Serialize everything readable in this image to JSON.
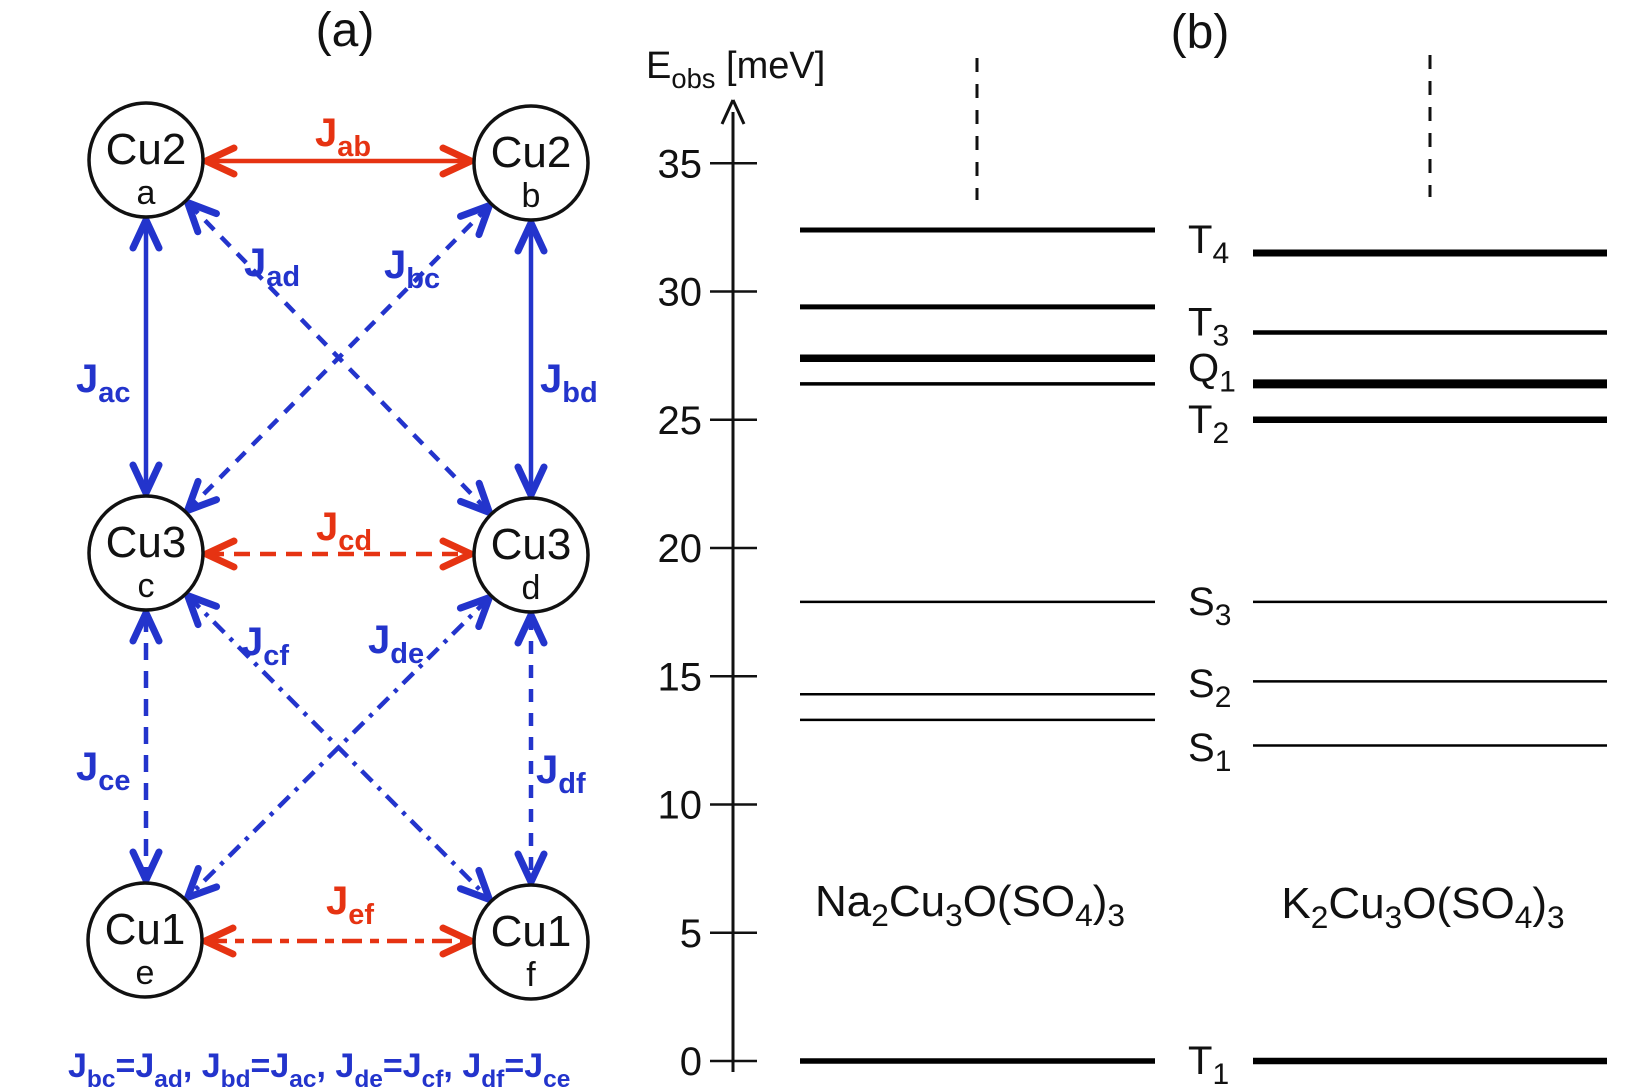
{
  "figure": {
    "panel_a_label": "(a)",
    "panel_b_label": "(b)"
  },
  "colors": {
    "red": "#e63312",
    "blue": "#2334cc",
    "ink": "#111111",
    "level_black": "#000000",
    "background": "#ffffff"
  },
  "panel_a": {
    "nodes": {
      "a": {
        "label": "Cu2",
        "sub": "a"
      },
      "b": {
        "label": "Cu2",
        "sub": "b"
      },
      "c": {
        "label": "Cu3",
        "sub": "c"
      },
      "d": {
        "label": "Cu3",
        "sub": "d"
      },
      "e": {
        "label": "Cu1",
        "sub": "e"
      },
      "f": {
        "label": "Cu1",
        "sub": "f"
      }
    },
    "edges": {
      "ab": {
        "sym": "J",
        "sub": "ab",
        "color": "red",
        "style": "solid"
      },
      "cd": {
        "sym": "J",
        "sub": "cd",
        "color": "red",
        "style": "dashed"
      },
      "ef": {
        "sym": "J",
        "sub": "ef",
        "color": "red",
        "style": "dash-dot"
      },
      "ac": {
        "sym": "J",
        "sub": "ac",
        "color": "blue",
        "style": "solid"
      },
      "bd": {
        "sym": "J",
        "sub": "bd",
        "color": "blue",
        "style": "solid"
      },
      "ad": {
        "sym": "J",
        "sub": "ad",
        "color": "blue",
        "style": "dashed"
      },
      "bc": {
        "sym": "J",
        "sub": "bc",
        "color": "blue",
        "style": "dashed"
      },
      "ce": {
        "sym": "J",
        "sub": "ce",
        "color": "blue",
        "style": "dashed"
      },
      "df": {
        "sym": "J",
        "sub": "df",
        "color": "blue",
        "style": "dashed"
      },
      "cf": {
        "sym": "J",
        "sub": "cf",
        "color": "blue",
        "style": "dash-dot"
      },
      "de": {
        "sym": "J",
        "sub": "de",
        "color": "blue",
        "style": "dash-dot"
      }
    },
    "equation": [
      {
        "t": "J"
      },
      {
        "t": "bc",
        "sub": true
      },
      {
        "t": "=J"
      },
      {
        "t": "ad",
        "sub": true
      },
      {
        "t": ", J"
      },
      {
        "t": "bd",
        "sub": true
      },
      {
        "t": "=J"
      },
      {
        "t": "ac",
        "sub": true
      },
      {
        "t": ", J"
      },
      {
        "t": "de",
        "sub": true
      },
      {
        "t": "=J"
      },
      {
        "t": "cf",
        "sub": true
      },
      {
        "t": ", J"
      },
      {
        "t": "df",
        "sub": true
      },
      {
        "t": "=J"
      },
      {
        "t": "ce",
        "sub": true
      }
    ]
  },
  "chart_data": {
    "type": "energy-level-diagram",
    "ylabel": "E_obs [meV]",
    "ylabel_rich": [
      {
        "t": "E"
      },
      {
        "t": "obs",
        "sub": true
      },
      {
        "t": " [meV]"
      }
    ],
    "axis": {
      "ticks": [
        0,
        5,
        10,
        15,
        20,
        25,
        30,
        35
      ],
      "range": [
        0,
        37.5
      ],
      "unit": "meV"
    },
    "series": [
      {
        "name": "Na2Cu3O(SO4)3",
        "name_rich": [
          {
            "t": "Na"
          },
          {
            "t": "2",
            "sub": true
          },
          {
            "t": "Cu"
          },
          {
            "t": "3",
            "sub": true
          },
          {
            "t": "O(SO"
          },
          {
            "t": "4",
            "sub": true
          },
          {
            "t": ")"
          },
          {
            "t": "3",
            "sub": true
          }
        ],
        "levels": [
          {
            "label": "T1",
            "E": 0.0,
            "weight": 5.5
          },
          {
            "label": "S1",
            "E": 13.3,
            "weight": 2.5
          },
          {
            "label": "S2",
            "E": 14.3,
            "weight": 2.5
          },
          {
            "label": "S3",
            "E": 17.9,
            "weight": 2.5
          },
          {
            "label": "T2",
            "E": 26.4,
            "weight": 3.5
          },
          {
            "label": "Q1",
            "E": 27.4,
            "weight": 7.5
          },
          {
            "label": "T3",
            "E": 29.4,
            "weight": 5
          },
          {
            "label": "T4",
            "E": 32.4,
            "weight": 5
          }
        ],
        "continues_above": true
      },
      {
        "name": "K2Cu3O(SO4)3",
        "name_rich": [
          {
            "t": "K"
          },
          {
            "t": "2",
            "sub": true
          },
          {
            "t": "Cu"
          },
          {
            "t": "3",
            "sub": true
          },
          {
            "t": "O(SO"
          },
          {
            "t": "4",
            "sub": true
          },
          {
            "t": ")"
          },
          {
            "t": "3",
            "sub": true
          }
        ],
        "levels": [
          {
            "label": "T1",
            "E": 0.0,
            "weight": 6.5
          },
          {
            "label": "S1",
            "E": 12.3,
            "weight": 2.5
          },
          {
            "label": "S2",
            "E": 14.8,
            "weight": 2.5
          },
          {
            "label": "S3",
            "E": 17.9,
            "weight": 2.5
          },
          {
            "label": "T2",
            "E": 25.0,
            "weight": 6.5
          },
          {
            "label": "Q1",
            "E": 26.4,
            "weight": 9
          },
          {
            "label": "T3",
            "E": 28.4,
            "weight": 4.5
          },
          {
            "label": "T4",
            "E": 31.5,
            "weight": 7
          }
        ],
        "continues_above": true
      }
    ],
    "level_labels": [
      {
        "main": "T",
        "sub": "4",
        "E": 32.0
      },
      {
        "main": "T",
        "sub": "3",
        "E": 28.8
      },
      {
        "main": "Q",
        "sub": "1",
        "E": 27.0
      },
      {
        "main": "T",
        "sub": "2",
        "E": 25.0
      },
      {
        "main": "S",
        "sub": "3",
        "E": 17.9
      },
      {
        "main": "S",
        "sub": "2",
        "E": 14.7
      },
      {
        "main": "S",
        "sub": "1",
        "E": 12.2
      },
      {
        "main": "T",
        "sub": "1",
        "E": 0.0
      }
    ],
    "legend_position": "none",
    "grid": false
  }
}
